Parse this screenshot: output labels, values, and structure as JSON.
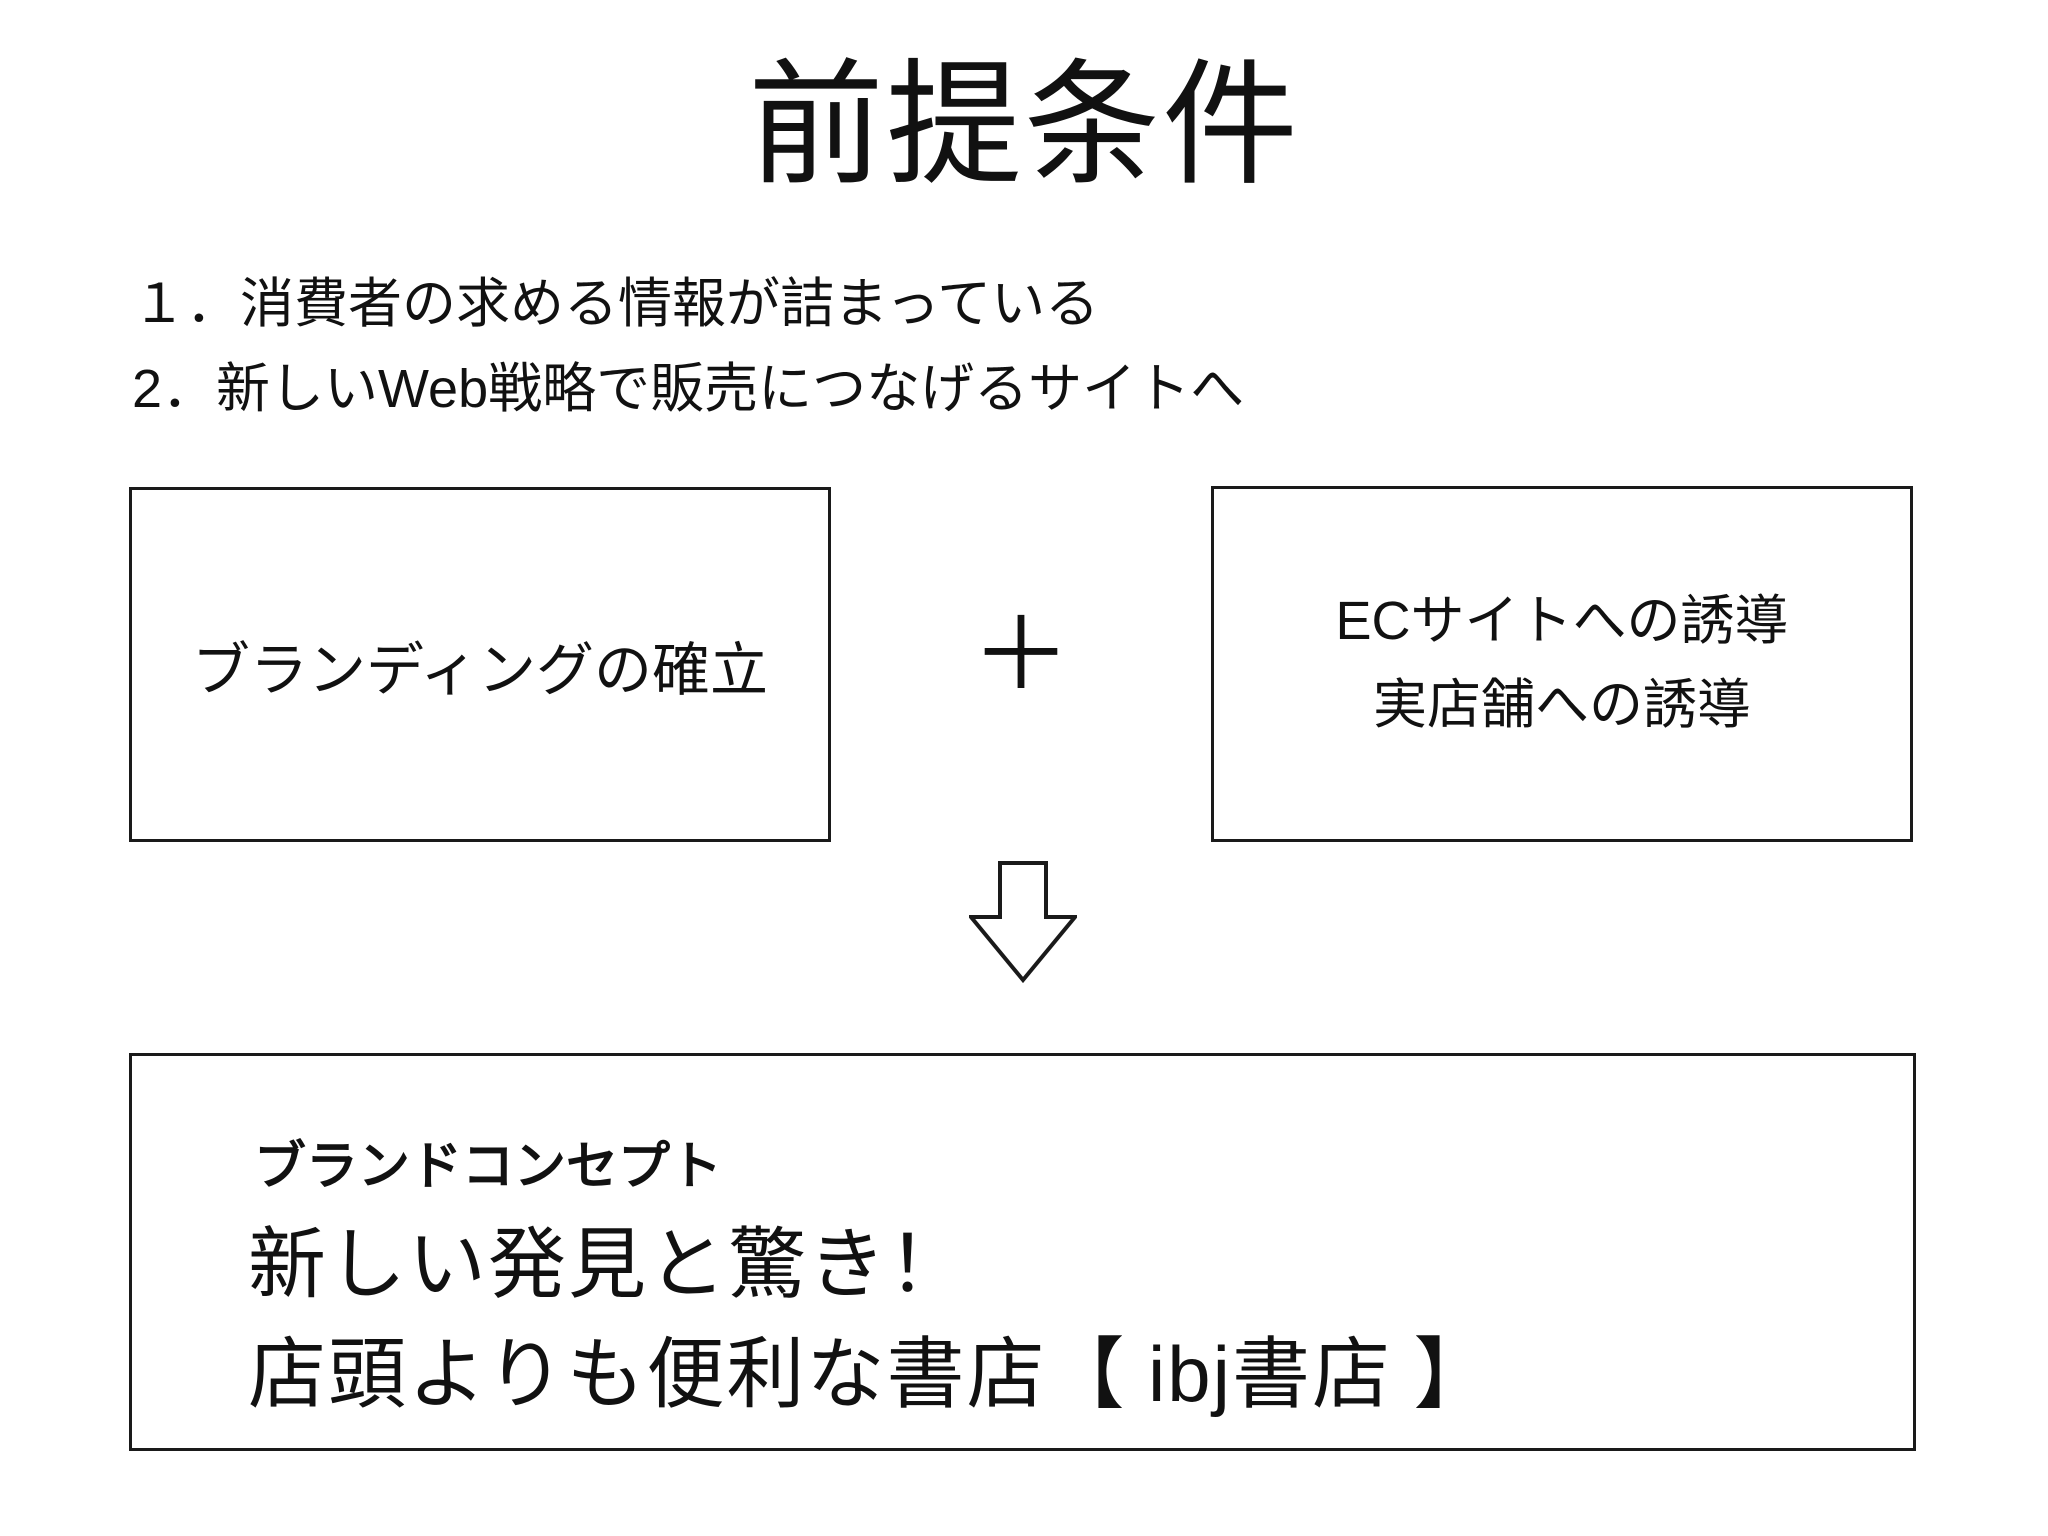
{
  "slide": {
    "title": "前提条件",
    "list": {
      "item1": "１．消費者の求める情報が詰まっている",
      "item2": {
        "seg_number": "2．",
        "seg_jp1": "新しい",
        "seg_latin": "Web",
        "seg_jp2": "戦略で販売につなげるサイトへ"
      }
    },
    "left_box": {
      "label": "ブランディングの確立"
    },
    "plus_sign": "＋",
    "right_box": {
      "line1": {
        "seg_latin": "EC",
        "seg_jp": "サイトへの誘導"
      },
      "line2": "実店舗への誘導"
    },
    "arrow_icon": "down-block-arrow-icon",
    "bottom_box": {
      "heading": "ブランドコンセプト",
      "line1": "新しい発見と驚き！",
      "line2": {
        "seg_jp1": "店頭よりも便利な書店【 ",
        "seg_latin": "ibj",
        "seg_jp2": "書店 】"
      }
    },
    "colors": {
      "background": "#ffffff",
      "text": "#111111",
      "border": "#1a1a1a"
    }
  }
}
